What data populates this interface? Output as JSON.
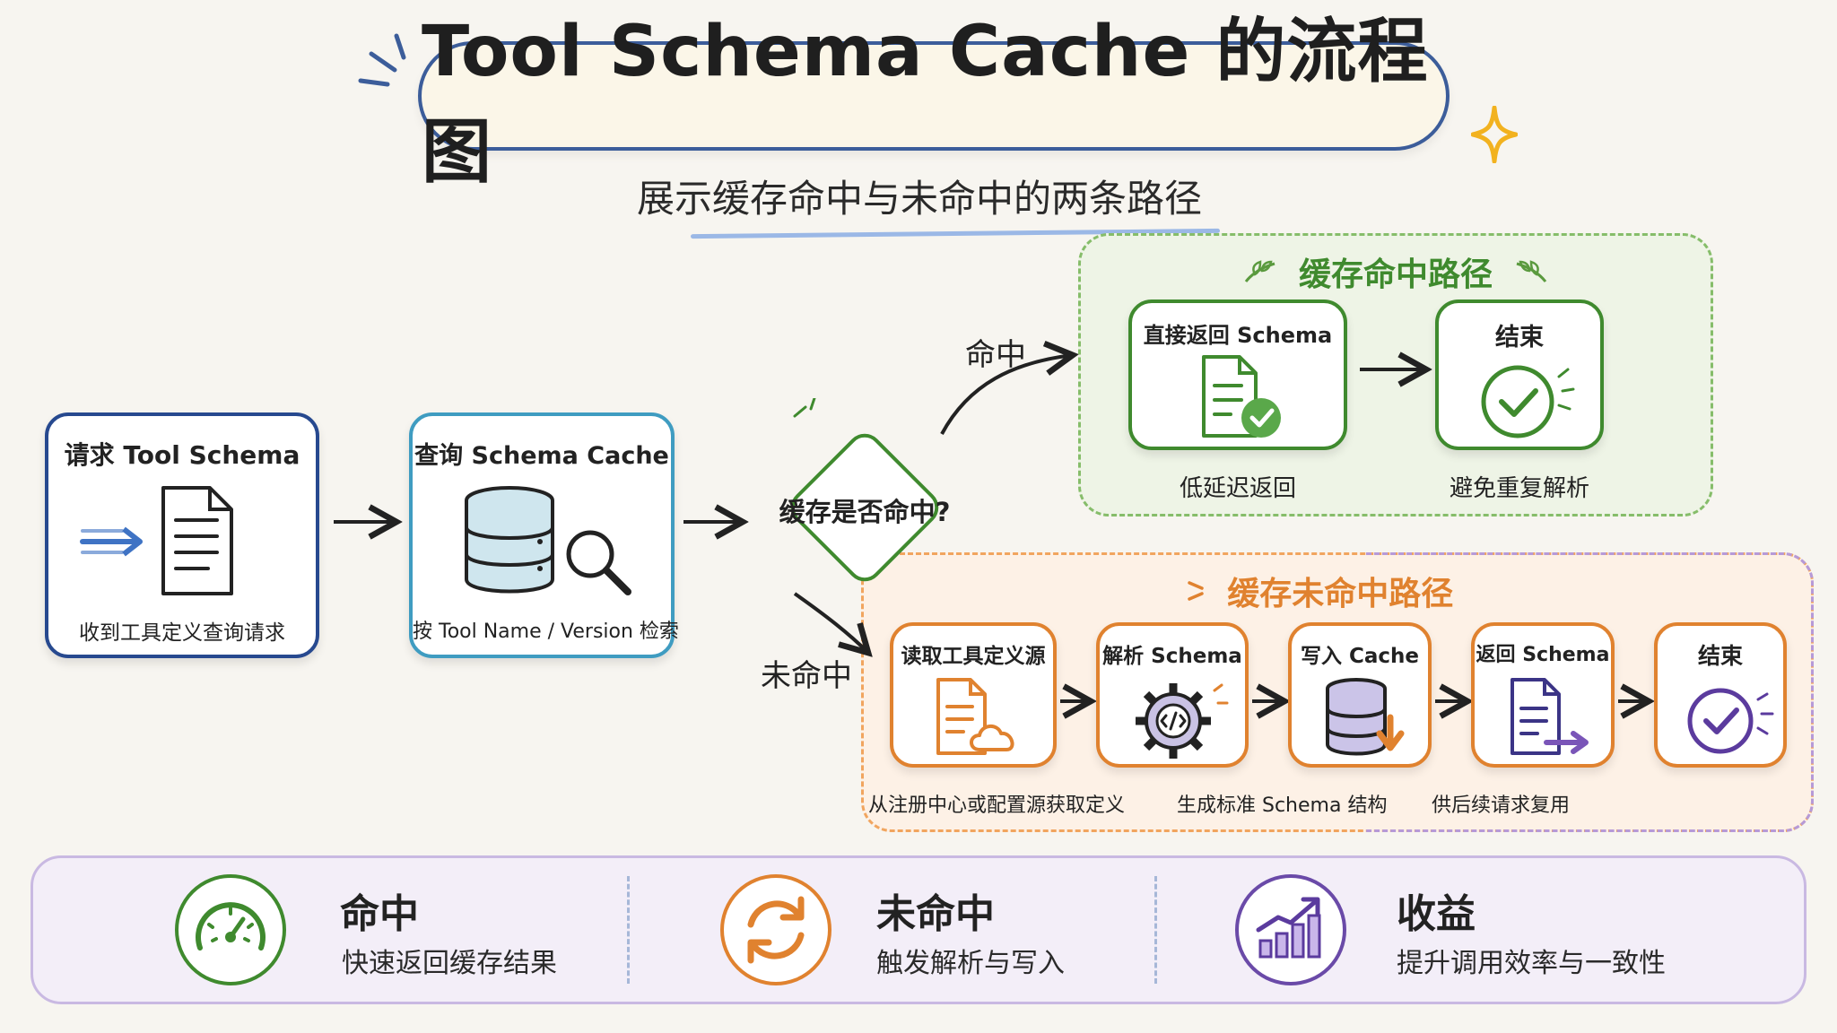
{
  "title": "Tool Schema Cache 的流程图",
  "subtitle": "展示缓存命中与未命中的两条路径",
  "colors": {
    "blue": "#27498f",
    "teal": "#3f9cc1",
    "green": "#3f8a2e",
    "orange": "#e0822f",
    "purple": "#6a4aa8"
  },
  "steps": {
    "request": {
      "title": "请求 Tool Schema",
      "caption": "收到工具定义查询请求",
      "icon": "document-icon"
    },
    "query": {
      "title": "查询 Schema Cache",
      "caption": "按 Tool Name / Version 检索",
      "icon": "database-search-icon"
    },
    "decision": {
      "label": "缓存是否命中?"
    }
  },
  "edges": {
    "hit": "命中",
    "miss": "未命中"
  },
  "hit_path": {
    "label": "缓存命中路径",
    "return_step": {
      "title": "直接返回 Schema",
      "caption": "低延迟返回",
      "icon": "document-check-icon"
    },
    "end_step": {
      "title": "结束",
      "caption": "避免重复解析",
      "icon": "check-circle-icon"
    }
  },
  "miss_path": {
    "label": "缓存未命中路径",
    "steps": [
      {
        "title": "读取工具定义源",
        "icon": "document-cloud-icon"
      },
      {
        "title": "解析 Schema",
        "icon": "code-gear-icon"
      },
      {
        "title": "写入 Cache",
        "icon": "database-download-icon"
      },
      {
        "title": "返回 Schema",
        "icon": "document-arrow-icon"
      },
      {
        "title": "结束",
        "icon": "check-circle-icon"
      }
    ],
    "captions": [
      "从注册中心或配置源获取定义",
      "生成标准 Schema 结构",
      "供后续请求复用"
    ]
  },
  "summary": [
    {
      "title": "命中",
      "text": "快速返回缓存结果",
      "icon": "speedometer-icon"
    },
    {
      "title": "未命中",
      "text": "触发解析与写入",
      "icon": "refresh-icon"
    },
    {
      "title": "收益",
      "text": "提升调用效率与一致性",
      "icon": "growth-chart-icon"
    }
  ]
}
